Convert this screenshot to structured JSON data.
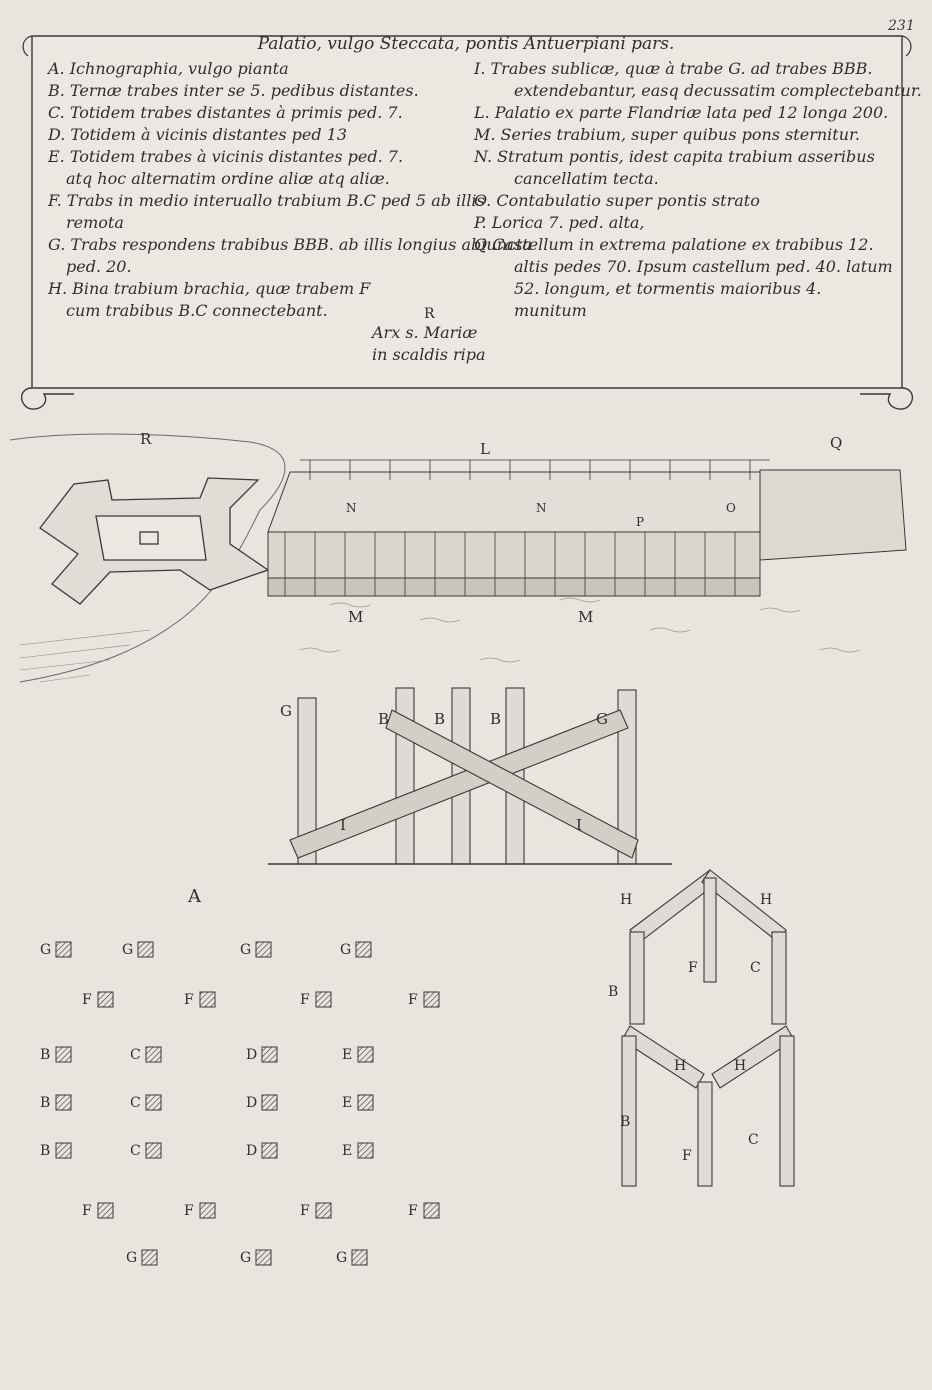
{
  "page_number": "231",
  "title": "Palatio, vulgo Steccata, pontis Antuerpiani pars.",
  "legend_left": [
    {
      "text": "A. Ichnographia, vulgo pianta",
      "cont": ""
    },
    {
      "text": "B. Ternæ trabes inter se 5. pedibus distantes.",
      "cont": ""
    },
    {
      "text": "C. Totidem trabes distantes à primis   ped. 7.",
      "cont": ""
    },
    {
      "text": "D. Totidem à vicinis distantes ped 13",
      "cont": ""
    },
    {
      "text": "E. Totidem trabes à vicinis distantes ped. 7.",
      "cont": "atq hoc alternatim ordine aliæ atq aliæ."
    },
    {
      "text": "F. Trabs in medio interuallo trabium B.C ped 5 ab illis",
      "cont": "remota"
    },
    {
      "text": "G. Trabs respondens trabibus BBB. ab illis longius abiuncta",
      "cont": "ped. 20."
    },
    {
      "text": "H. Bina trabium brachia, quæ trabem F",
      "cont": "cum trabibus B.C connectebant."
    }
  ],
  "legend_right": [
    {
      "text": "I. Trabes sublicæ, quæ à trabe G. ad trabes BBB.",
      "cont": "extendebantur, easq decussatim complectebantur."
    },
    {
      "text": "L. Palatio ex parte Flandriæ lata ped 12 longa 200.",
      "cont": ""
    },
    {
      "text": "M. Series trabium, super quibus pons sternitur.",
      "cont": ""
    },
    {
      "text": "N. Stratum pontis, idest capita trabium asseribus",
      "cont": "cancellatim tecta."
    },
    {
      "text": "O. Contabulatio super pontis strato",
      "cont": ""
    },
    {
      "text": "P. Lorica 7. ped. alta,",
      "cont": ""
    },
    {
      "text": "Q Castellum in extrema palatione ex trabibus 12.",
      "cont": "altis pedes 70. Ipsum castellum ped. 40. latum"
    },
    {
      "text": "",
      "cont": "52. longum, et tormentis maioribus 4."
    },
    {
      "text": "",
      "cont": "munitum"
    }
  ],
  "arx_letter": "R",
  "arx_label": [
    "Arx s. Mariæ",
    "in scaldis ripa"
  ],
  "scene_labels": {
    "R": "R",
    "L": "L",
    "Q": "Q",
    "M1": "M",
    "M2": "M",
    "N1": "N",
    "N2": "N",
    "O": "O",
    "P": "P"
  },
  "frame_labels": [
    "G",
    "B",
    "B",
    "B",
    "G",
    "I",
    "I"
  ],
  "plan_label": "A",
  "plan_rows": [
    [
      "G",
      "G",
      "G",
      "G"
    ],
    [
      "F",
      "F",
      "F",
      "F"
    ],
    [
      "B",
      "C",
      "D",
      "E"
    ],
    [
      "B",
      "C",
      "D",
      "E"
    ],
    [
      "B",
      "C",
      "D",
      "E"
    ],
    [
      "F",
      "F",
      "F",
      "F"
    ],
    [
      "G",
      "G",
      "G"
    ]
  ],
  "truss_labels": [
    "H",
    "H",
    "F",
    "C",
    "B",
    "H",
    "H",
    "B",
    "C",
    "F"
  ]
}
